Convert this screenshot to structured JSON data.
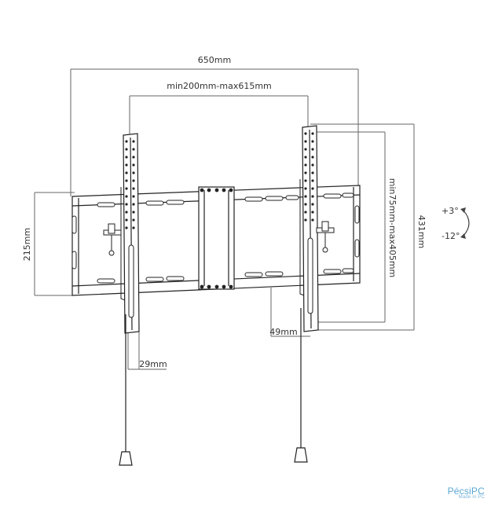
{
  "dimensions": {
    "overall_width": "650mm",
    "vesa_horizontal": "min200mm-max615mm",
    "vesa_vertical": "min75mm-max405mm",
    "overall_height": "431mm",
    "plate_height": "215mm",
    "arm_width": "29mm",
    "depth": "49mm"
  },
  "tilt": {
    "up": "+3°",
    "down": "-12°"
  },
  "logo": {
    "text": "PécsiPC",
    "tagline": "Made in PC"
  },
  "colors": {
    "line": "#222222",
    "dim_line": "#555555",
    "logo": "#5aa7d6"
  }
}
